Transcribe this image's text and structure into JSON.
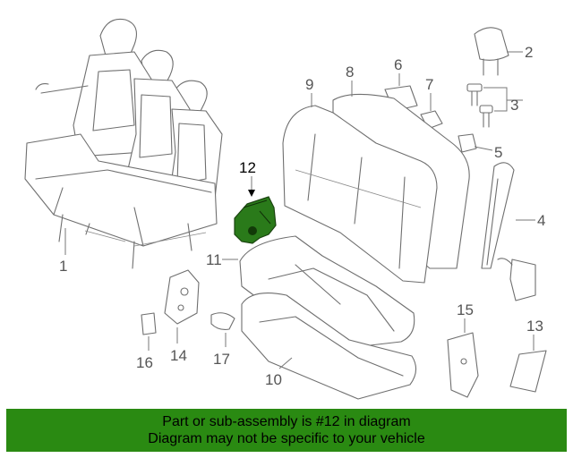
{
  "diagram": {
    "callouts": {
      "c1": "1",
      "c2": "2",
      "c3": "3",
      "c4": "4",
      "c5": "5",
      "c6": "6",
      "c7": "7",
      "c8": "8",
      "c9": "9",
      "c10": "10",
      "c11": "11",
      "c12": "12",
      "c13": "13",
      "c14": "14",
      "c15": "15",
      "c16": "16",
      "c17": "17"
    },
    "highlighted_part": "12",
    "highlight_color": "#2a7a1a"
  },
  "banner": {
    "line1": "Part or sub-assembly is #12 in diagram",
    "line2": "Diagram may not be specific to your vehicle",
    "background": "#2a8a12"
  }
}
